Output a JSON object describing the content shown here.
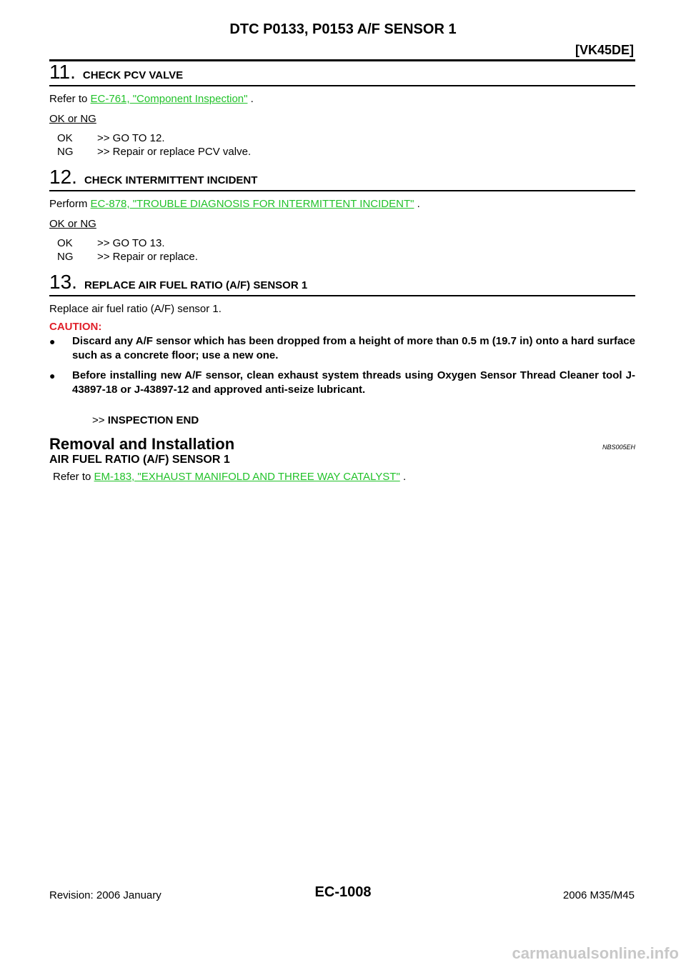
{
  "header": {
    "title": "DTC P0133, P0153 A/F SENSOR 1",
    "engine": "[VK45DE]"
  },
  "step11": {
    "number": "11.",
    "title": "CHECK PCV VALVE",
    "text_prefix": "Refer to",
    "link": "EC-761, \"Component Inspection\"",
    "text_suffix": ".",
    "okng": "OK or NG",
    "outcomes": [
      {
        "key": "OK",
        "text": ">> GO TO 12."
      },
      {
        "key": "NG",
        "text": ">> Repair or replace PCV valve."
      }
    ]
  },
  "step12": {
    "number": "12.",
    "title": "CHECK INTERMITTENT INCIDENT",
    "text_prefix": "Perform",
    "link": "EC-878, \"TROUBLE DIAGNOSIS FOR INTERMITTENT INCIDENT\"",
    "text_suffix": ".",
    "okng": "OK or NG",
    "outcomes": [
      {
        "key": "OK",
        "text": ">> GO TO 13."
      },
      {
        "key": "NG",
        "text": ">> Repair or replace."
      }
    ]
  },
  "step13": {
    "number": "13.",
    "title": "REPLACE AIR FUEL RATIO (A/F) SENSOR 1",
    "text": "Replace air fuel ratio (A/F) sensor 1.",
    "caution_label": "CAUTION:",
    "bullets": [
      "Discard any A/F sensor which has been dropped from a height of more than 0.5 m (19.7 in) onto a hard surface such as a concrete floor; use a new one.",
      "Before installing new A/F sensor, clean exhaust system threads using Oxygen Sensor Thread Cleaner tool J-43897-18 or J-43897-12 and approved anti-seize lubricant."
    ],
    "end_prefix": ">>",
    "end_label": "INSPECTION END"
  },
  "removal": {
    "title": "Removal and Installation",
    "code": "NBS005EH",
    "subtitle": "AIR FUEL RATIO (A/F) SENSOR 1",
    "text_prefix": "Refer to",
    "link": "EM-183, \"EXHAUST MANIFOLD AND THREE WAY CATALYST\"",
    "text_suffix": "."
  },
  "footer": {
    "revision": "Revision: 2006 January",
    "page": "EC-1008",
    "model": "2006 M35/M45"
  },
  "watermark": "carmanualsonline.info",
  "colors": {
    "link": "#22c22a",
    "caution": "#e0202a"
  }
}
